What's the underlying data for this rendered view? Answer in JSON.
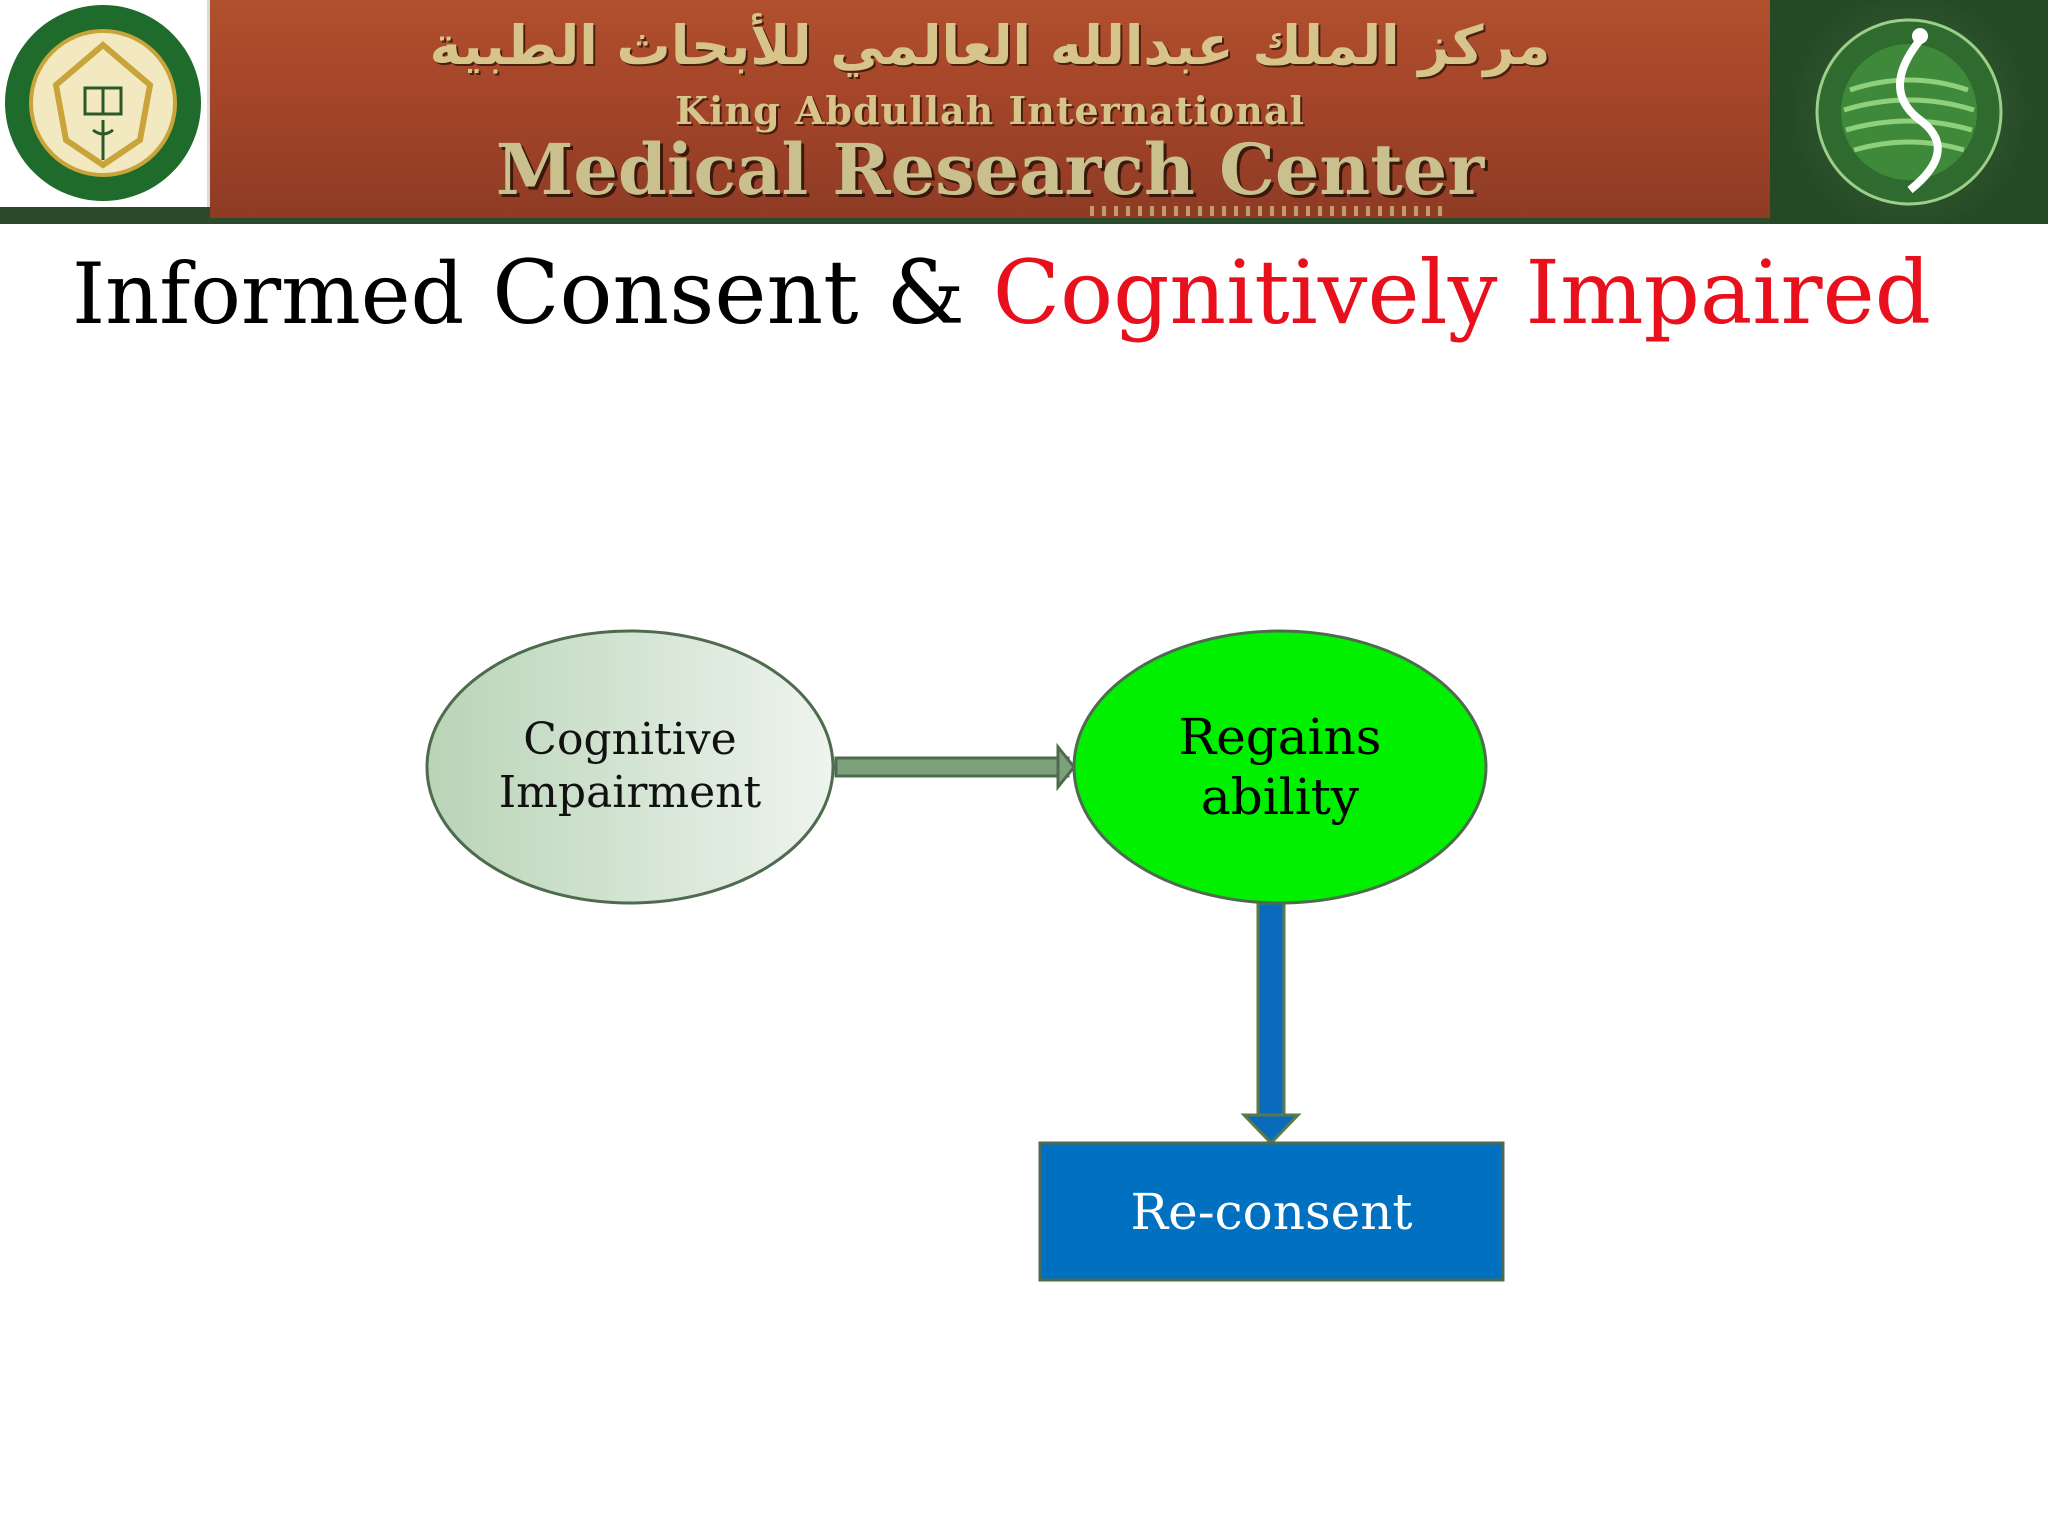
{
  "header": {
    "arabic_title": "مركز الملك عبدالله العالمي للأبحاث الطبية",
    "english_line1": "King Abdullah International",
    "english_line2": "Medical Research Center",
    "left_logo": "university-seal",
    "right_logo": "kaimrc-logo"
  },
  "title": {
    "part1": "Informed",
    "part2": "Consent &",
    "part3": "Cognitively Impaired"
  },
  "diagram": {
    "nodes": [
      {
        "id": "cognitive-impairment",
        "lines": [
          "Cognitive",
          "Impairment"
        ],
        "shape": "ellipse",
        "fill": "#cfe3cc"
      },
      {
        "id": "regains-ability",
        "lines": [
          "Regains",
          "ability"
        ],
        "shape": "ellipse",
        "fill": "#00f000"
      },
      {
        "id": "re-consent",
        "lines": [
          "Re-consent"
        ],
        "shape": "rectangle",
        "fill": "#0070c0"
      }
    ],
    "edges": [
      {
        "from": "cognitive-impairment",
        "to": "regains-ability"
      },
      {
        "from": "regains-ability",
        "to": "re-consent"
      }
    ]
  },
  "colors": {
    "title_accent": "#e8101c",
    "banner_brown": "#a4452a",
    "banner_green": "#2c4a2c",
    "outline_green": "#4f6b4f"
  }
}
